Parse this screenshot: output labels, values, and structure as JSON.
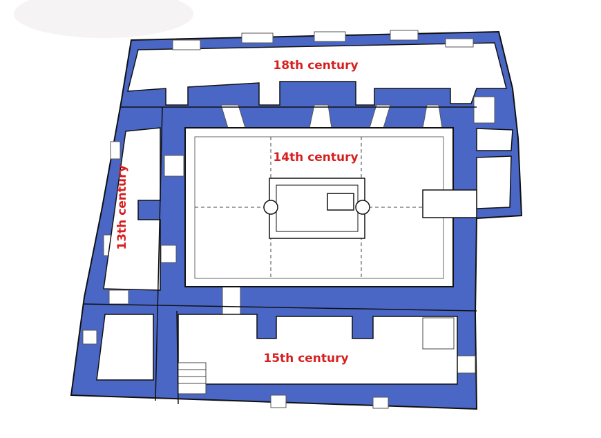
{
  "colors": {
    "wall": "#4a67c6",
    "label": "#d71f1f",
    "outline": "#111111"
  },
  "labels": {
    "c18": "18th century",
    "c14": "14th century",
    "c13": "13th century",
    "c15": "15th century"
  }
}
